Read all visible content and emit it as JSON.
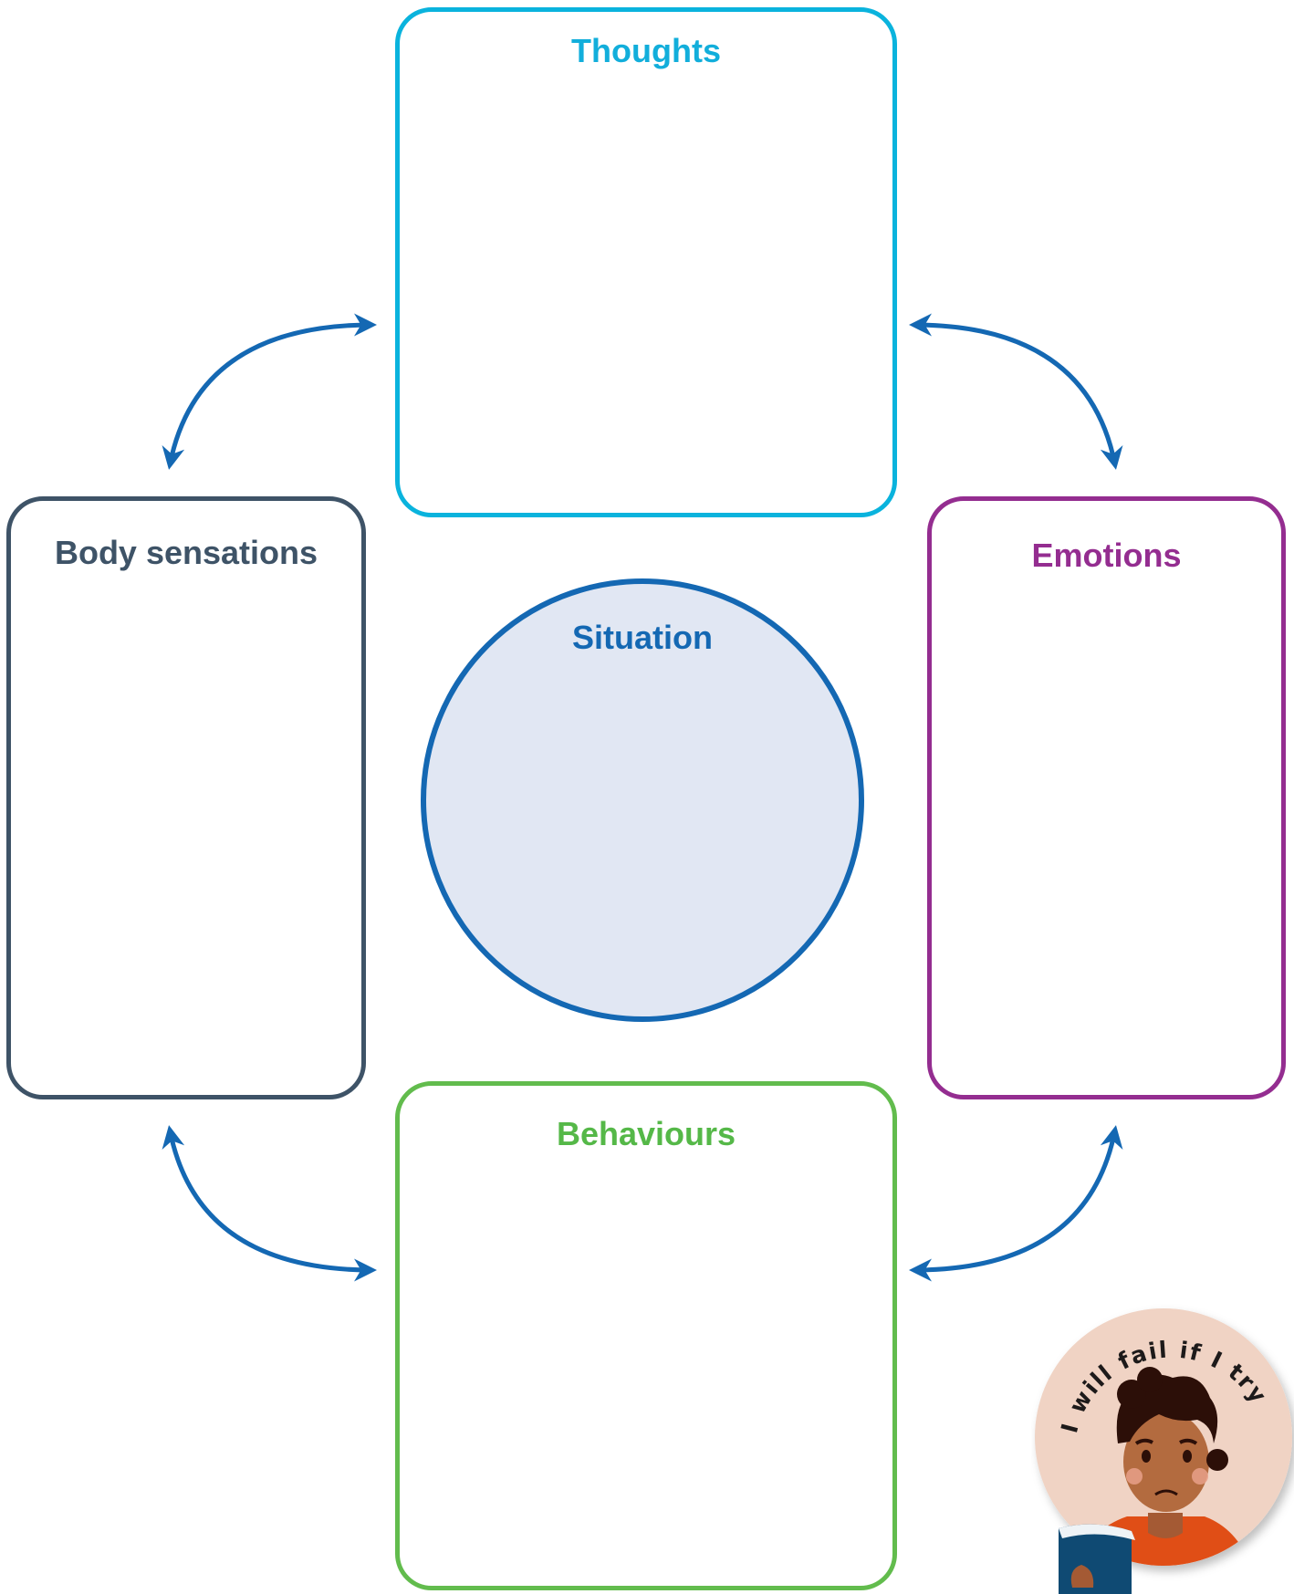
{
  "diagram": {
    "thoughts": "Thoughts",
    "body_sensations": "Body sensations",
    "emotions": "Emotions",
    "behaviours": "Behaviours",
    "situation": "Situation"
  },
  "illustration": {
    "caption": "I will fail if I try"
  },
  "colors": {
    "thoughts": "#0ab3dd",
    "body_sensations": "#3e5367",
    "emotions": "#942d90",
    "behaviours": "#62bc4d",
    "situation_border": "#1468b3",
    "situation_fill": "#e1e7f3",
    "arrows": "#1468b3"
  }
}
